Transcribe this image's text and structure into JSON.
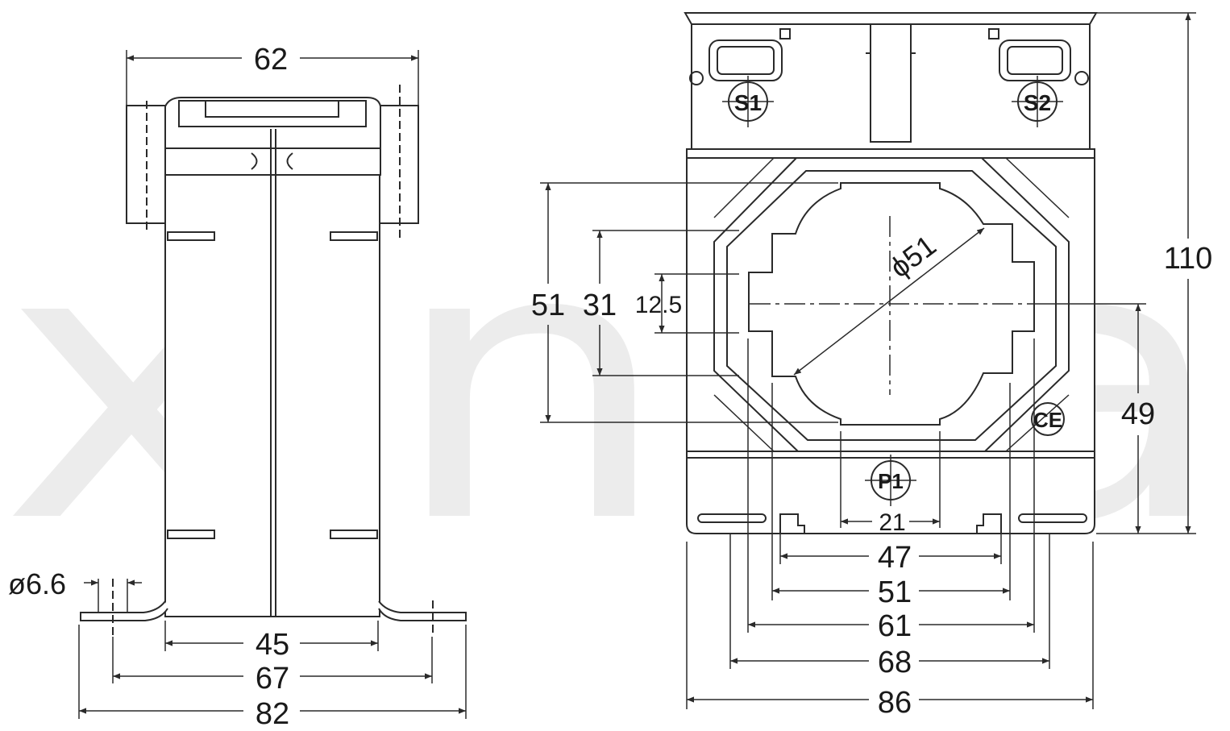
{
  "watermark": "xinda",
  "colors": {
    "line": "#2a2a2a",
    "body_fill": "#ffffff",
    "watermark": "#ececec"
  },
  "side_view": {
    "labels": {
      "top_width": "62",
      "hole_dia": "ø6.6",
      "body_width": "45",
      "hole_spacing": "67",
      "overall_width": "82"
    }
  },
  "front_view": {
    "terminals": {
      "s1": "S1",
      "s2": "S2",
      "p1": "P1"
    },
    "marks": {
      "ce": "CE"
    },
    "labels": {
      "window_diameter": "ϕ51",
      "window_outer": "51",
      "window_mid": "31",
      "window_inner": "12.5",
      "height_to_center": "49",
      "overall_height": "110",
      "terminal_gap": "21",
      "slot_47": "47",
      "slot_51": "51",
      "slot_61": "61",
      "slot_68": "68",
      "overall_width": "86"
    }
  }
}
